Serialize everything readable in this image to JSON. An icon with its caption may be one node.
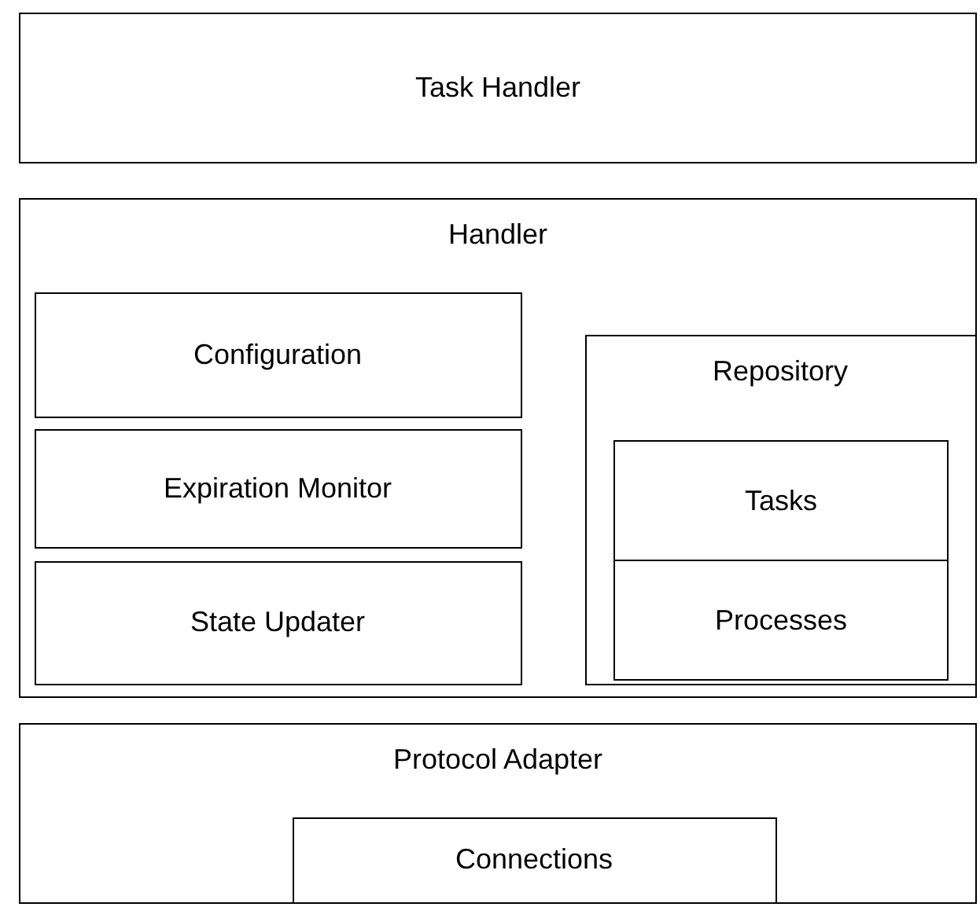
{
  "diagram": {
    "nodes": [
      {
        "text": [
          "Task Handler"
        ]
      },
      {
        "text": [
          "Handler"
        ]
      },
      {
        "text": [
          "Configuration"
        ],
        "in": 1
      },
      {
        "text": [
          "Expiration Monitor"
        ],
        "in": 1
      },
      {
        "text": [
          "State Updater"
        ],
        "in": 1
      },
      {
        "text": [
          "Repository"
        ],
        "in": 1
      },
      {
        "text": [
          "Tasks"
        ],
        "in": 5
      },
      {
        "text": [
          "Processes"
        ],
        "in": 5
      },
      {
        "text": [
          "Protocol Adapter"
        ]
      },
      {
        "text": [
          "Connections"
        ],
        "in": 8
      }
    ],
    "edges": []
  }
}
